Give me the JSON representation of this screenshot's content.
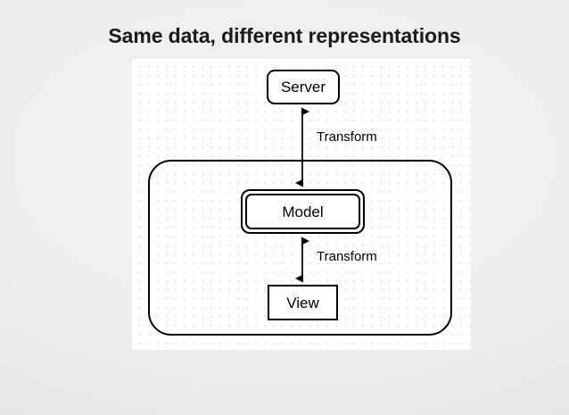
{
  "slide": {
    "title": "Same data, different representations",
    "background_color": "#ebebeb",
    "canvas_color": "#ffffff",
    "grid_dot_color": "#e9e9e9",
    "stroke_color": "#000000",
    "text_color": "#000000"
  },
  "diagram": {
    "type": "block-diagram",
    "container": {
      "name": "client-boundary",
      "label": "",
      "shape": "rounded-rectangle"
    },
    "nodes": [
      {
        "id": "server",
        "label": "Server",
        "shape": "rounded-rectangle",
        "inside_container": false
      },
      {
        "id": "model",
        "label": "Model",
        "shape": "double-rounded-rectangle",
        "inside_container": true
      },
      {
        "id": "view",
        "label": "View",
        "shape": "rectangle",
        "inside_container": true
      }
    ],
    "edges": [
      {
        "id": "server-model",
        "from": "server",
        "to": "model",
        "label": "Transform",
        "direction": "bidirectional"
      },
      {
        "id": "model-view",
        "from": "model",
        "to": "view",
        "label": "Transform",
        "direction": "bidirectional"
      }
    ]
  }
}
